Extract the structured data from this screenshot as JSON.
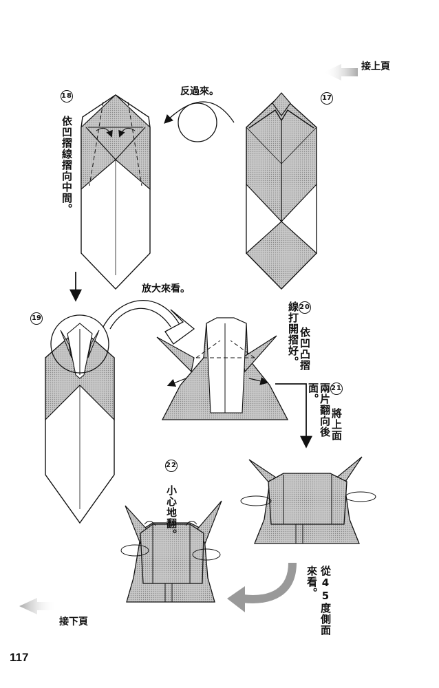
{
  "nav": {
    "prev_label": "接上頁",
    "next_label": "接下頁"
  },
  "steps": [
    {
      "num": "17",
      "text": ""
    },
    {
      "num": "18",
      "text": "依凹摺線摺向中間。"
    },
    {
      "num": "19",
      "text": ""
    },
    {
      "num": "20",
      "text": "依凹凸摺線打開摺好。"
    },
    {
      "num": "21",
      "text": "將上面兩片翻向後面。"
    },
    {
      "num": "22",
      "text": "小心地翻。"
    }
  ],
  "notes": {
    "flip": "反過來。",
    "zoom": "放大來看。",
    "angle_col1": "從45度側面",
    "angle_col2": "來看。"
  },
  "page_number": "117",
  "colors": {
    "paper_shade": "#b8b8b8",
    "line": "#111111",
    "arrow_gray": "#999999"
  }
}
